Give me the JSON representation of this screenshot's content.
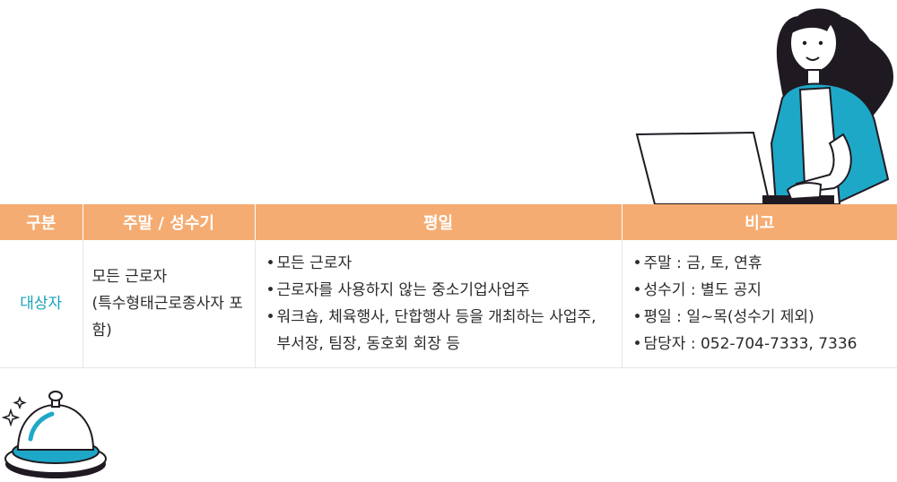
{
  "table": {
    "headers": [
      "구분",
      "주말 / 성수기",
      "평일",
      "비고"
    ],
    "row": {
      "label": "대상자",
      "weekend_text": "모든 근로자\n(특수형태근로종사자 포함)",
      "weekday_items": [
        "모든 근로자",
        "근로자를 사용하지 않는 중소기업사업주",
        "워크숍, 체육행사, 단합행사 등을 개최하는 사업주, 부서장, 팀장, 동호회 회장 등"
      ],
      "note_items": [
        "주말 : 금, 토, 연휴",
        "성수기 : 별도 공지",
        "평일 : 일~목(성수기 제외)",
        "담당자 : 052-704-7333, 7336"
      ]
    }
  },
  "colors": {
    "header_bg": "#f5ac72",
    "header_text": "#ffffff",
    "row_label": "#1aa3b9",
    "border": "#e6e6e6",
    "accent_blue": "#1ea8c8"
  },
  "illustrations": {
    "top_right": "woman-laptop-illustration",
    "bottom_left": "service-bell-illustration"
  }
}
